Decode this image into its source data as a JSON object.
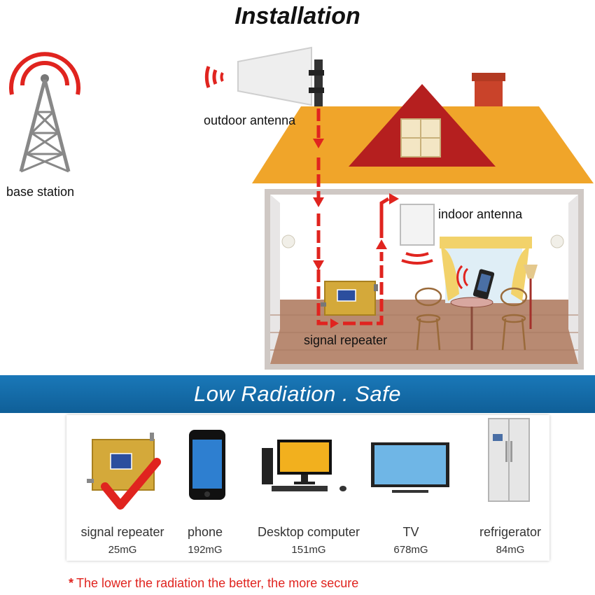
{
  "title": "Installation",
  "labels": {
    "base_station": "base station",
    "outdoor_antenna": "outdoor antenna",
    "indoor_antenna": "indoor antenna",
    "signal_repeater": "signal repeater"
  },
  "banner": "Low Radiation . Safe",
  "devices": [
    {
      "name": "signal repeater",
      "value": "25mG",
      "icon": "signal-repeater-icon"
    },
    {
      "name": "phone",
      "value": "192mG",
      "icon": "phone-icon"
    },
    {
      "name": "Desktop computer",
      "value": "151mG",
      "icon": "desktop-computer-icon"
    },
    {
      "name": "TV",
      "value": "678mG",
      "icon": "tv-icon"
    },
    {
      "name": "refrigerator",
      "value": "84mG",
      "icon": "refrigerator-icon"
    }
  ],
  "footnote": {
    "star": "*",
    "text": "The lower the radiation the better, the more secure"
  },
  "colors": {
    "signal_red": "#e0241f",
    "roof": "#f0a52a",
    "gable": "#b51f1f",
    "banner": "#1a78b8",
    "repeater_gold": "#d4a93a"
  }
}
